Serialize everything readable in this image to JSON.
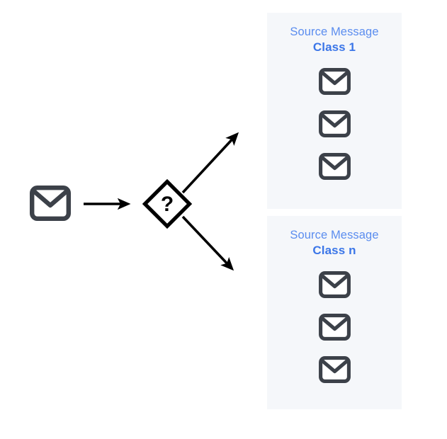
{
  "diagram": {
    "title": "message-classification-flow",
    "source": {
      "icon": "envelope-icon",
      "label": "incoming-message"
    },
    "decision": {
      "icon": "question-diamond-icon",
      "symbol": "?"
    },
    "arrows": [
      {
        "name": "arrow-source-to-decision",
        "direction": "right"
      },
      {
        "name": "arrow-decision-to-class-1",
        "direction": "up-right"
      },
      {
        "name": "arrow-decision-to-class-n",
        "direction": "down-right"
      }
    ],
    "panels": [
      {
        "name": "class-1-panel",
        "title": "Source Message",
        "subtitle": "Class 1",
        "messages": [
          "envelope-icon",
          "envelope-icon",
          "envelope-icon"
        ]
      },
      {
        "name": "class-n-panel",
        "title": "Source Message",
        "subtitle": "Class n",
        "messages": [
          "envelope-icon",
          "envelope-icon",
          "envelope-icon"
        ]
      }
    ],
    "colors": {
      "panel_background": "#f5f7fa",
      "title_blue": "#5b8def",
      "subtitle_blue": "#3b76e8",
      "envelope_dark": "#3c4149",
      "arrow_black": "#000000",
      "page_background": "#ffffff"
    }
  }
}
